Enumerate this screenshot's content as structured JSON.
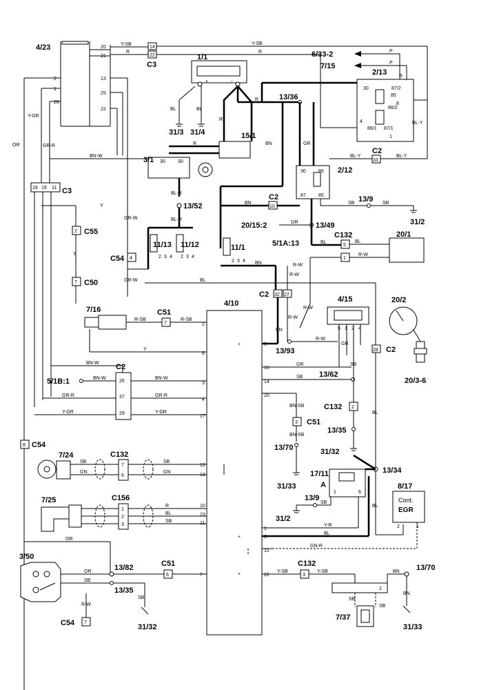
{
  "components": {
    "c_4_23": "4/23",
    "c_1_1": "1/1",
    "c_15_1": "15/1",
    "c_3_1": "3/1",
    "c_13_36": "13/36",
    "c_6_33_2": "6/33-2",
    "c_7_15": "7/15",
    "c_2_13": "2/13",
    "c_2_12": "2/12",
    "c_13_9a": "13/9",
    "c_31_2a": "31/2",
    "c_31_3": "31/3",
    "c_31_4": "31/4",
    "c_13_52": "13/52",
    "c_11_13": "11/13",
    "c_11_12": "11/12",
    "c_11_1": "11/1",
    "c_20_15_2": "20/15:2",
    "c_13_49": "13/49",
    "c_5_1a_13": "5/1A:13",
    "c_20_1": "20/1",
    "c_20_2": "20/2",
    "c_20_3_6": "20/3-6",
    "c_4_10": "4/10",
    "c_4_15": "4/15",
    "c_7_16": "7/16",
    "c_13_93": "13/93",
    "c_5_1b_1": "5/1B:1",
    "c_13_62": "13/62",
    "c_13_35a": "13/35",
    "c_13_70a": "13/70",
    "c_31_32a": "31/32",
    "c_31_33a": "31/33",
    "c_13_34": "13/34",
    "c_17_11": "17/11",
    "c_a": "A",
    "c_13_9b": "13/9",
    "c_31_2b": "31/2",
    "c_8_17": "8/17",
    "c_egr_line1": "Cont.",
    "c_egr_line2": "EGR",
    "c_7_24": "7/24",
    "c_7_25": "7/25",
    "c_3_50": "3/50",
    "c_13_82": "13/82",
    "c_13_35b": "13/35",
    "c_31_32b": "31/32",
    "c_13_70b": "13/70",
    "c_7_37": "7/37",
    "c_31_33b": "31/33"
  },
  "connectors": {
    "c3_top": "C3",
    "c3_left": "C3",
    "c2_33": "C2",
    "c2_10": "C2",
    "c2_mid": "C2",
    "c2_28": "C2",
    "c2_left": "C2",
    "c55": "C55",
    "c54_mid": "C54",
    "c50": "C50",
    "c51_top": "C51",
    "c132_right": "C132",
    "c132_mid": "C132",
    "c51_mid": "C51",
    "c54_left": "C54",
    "c132_left": "C132",
    "c156": "C156",
    "c51_bot": "C51",
    "c132_bot": "C132",
    "c54_bot": "C54"
  },
  "pins": {
    "p14": "14",
    "p22a": "22",
    "p33": "33",
    "p10": "10",
    "p2a": "2",
    "p4": "4",
    "p7a": "7",
    "p5a": "5",
    "p1a": "1",
    "p32": "32",
    "p27": "27",
    "p7b": "7",
    "p26": "26",
    "p37": "37",
    "p29": "29",
    "p28": "28",
    "p2b": "2",
    "p3": "3",
    "p8": "8",
    "p7c": "7",
    "p6a": "6",
    "p1b": "1",
    "p2c": "2",
    "p3b": "3",
    "p6b": "6",
    "p3c": "3",
    "p7d": "7",
    "p18": "18",
    "p19": "19",
    "p11": "11",
    "k30": "30",
    "k86": "86",
    "k87": "87",
    "k85": "85",
    "g20": "20",
    "g21": "21",
    "g2": "2",
    "g1": "1",
    "g28": "28",
    "g13": "13",
    "g25": "25",
    "g22": "22",
    "e2": "2",
    "e8": "8",
    "e5": "5",
    "e16": "16",
    "e14": "14",
    "e20": "20",
    "e3": "3",
    "e4": "4",
    "e17": "17",
    "e12": "12",
    "e13": "13",
    "e10": "10",
    "e23": "23",
    "e11": "11",
    "e1": "1",
    "e6": "6",
    "e15": "15",
    "e7": "7",
    "e22": "22"
  },
  "wires": {
    "ysb1": "Y-SB",
    "ysb2": "Y-SB",
    "r1": "R",
    "r2": "R",
    "r3": "R",
    "r4": "R",
    "r5": "R",
    "p_a": "P",
    "p_b": "P",
    "bl1": "BL",
    "bl2": "BL",
    "bly1": "BL-Y",
    "bly2": "BL-Y",
    "bnw1": "BN-W",
    "ygr1": "Y-GR",
    "grr1": "GR-R",
    "or1": "OR",
    "blr1": "BL-R",
    "blr2": "BL-R",
    "bn1": "BN",
    "gr1": "GR",
    "gr2": "GR",
    "sb1": "SB",
    "sb2": "SB",
    "y1": "Y",
    "y2": "Y",
    "grw1": "GR-W",
    "grw2": "GR-W",
    "bl3": "BL",
    "bl4": "BL",
    "bn2": "BN",
    "rw1": "R-W",
    "rw2": "R-W",
    "rw3": "R-W",
    "rw4": "R-W",
    "rw5": "R-W",
    "rsb1": "R-SB",
    "rsb2": "R-SB",
    "bn3": "BN",
    "y3": "Y",
    "gr3": "GR",
    "sb3": "SB",
    "bnw2": "BN-W",
    "bnw3": "BN-W",
    "bnw4": "BN-W",
    "sb4": "SB",
    "grr2": "GR-R",
    "grr3": "GR-R",
    "ygr2": "Y-GR",
    "ygr3": "Y-GR",
    "bnsb1": "BN-SB",
    "bnsb2": "BN-SB",
    "sb5": "SB",
    "sb6": "SB",
    "bl5": "BL",
    "sb7": "SB",
    "sb8": "SB",
    "gn1": "GN",
    "gn2": "GN",
    "r6": "R",
    "bl6": "BL",
    "sb9": "SB",
    "yr1": "Y-R",
    "bl7": "BL",
    "bl8": "BL",
    "grr4": "GN-R",
    "or2": "OR",
    "or3": "OR",
    "sb10": "SB",
    "sb11": "SB",
    "rw6": "R-W",
    "ysb3": "Y-SB",
    "ysb4": "Y-SB",
    "bn4": "BN",
    "bn5": "BN",
    "sb12": "SB",
    "sb13": "SB",
    "or4": "OR",
    "bn6": "BN",
    "bl9": "BL",
    "sb14": "SB"
  },
  "relay_pins": {
    "r30": "30",
    "r87_2": "87/2",
    "r85": "85",
    "r86_2": "86/2",
    "r86_1": "86/1",
    "r87_1": "87/1",
    "r4": "4",
    "r1": "1",
    "r5": "5",
    "r8": "8"
  }
}
